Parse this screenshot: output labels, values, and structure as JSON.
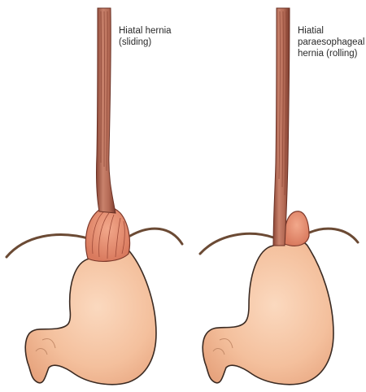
{
  "labels": {
    "left": [
      "Hiatal hernia",
      "(sliding)"
    ],
    "right": [
      "Hiatial",
      "paraesophageal",
      "hernia (rolling)"
    ]
  },
  "colors": {
    "esophagus": "#b86a56",
    "esophagus_dark": "#7e3a2c",
    "stomach": "#f6c6a4",
    "stomach_edge": "#3a2a22",
    "hernia": "#e89478",
    "diaphragm": "#6b4a34",
    "text": "#2a2a2a"
  }
}
